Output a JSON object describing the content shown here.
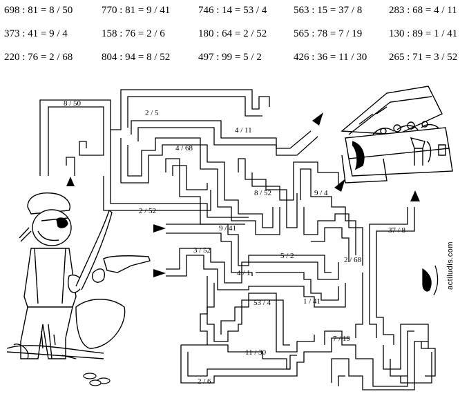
{
  "equations": {
    "row1": [
      "698 : 81 = 8 / 50",
      "770 : 81 = 9 / 41",
      "746 : 14 = 53 / 4",
      "563 : 15 = 37 / 8",
      "283 : 68 = 4 / 11"
    ],
    "row2": [
      "373 : 41 = 9 / 4",
      "158 : 76 = 2 / 6",
      "180 : 64 = 2 / 52",
      "565 : 78 = 7 / 19",
      "130 : 89 = 1 / 41"
    ],
    "row3": [
      "220 : 76 = 2 / 68",
      "804 : 94 = 8 / 52",
      "497 : 99 = 5 / 2",
      "426 : 36 = 11 / 30",
      "265 : 71 = 3 / 52"
    ]
  },
  "maze_labels": {
    "l_8_50": "8 / 50",
    "l_2_5": "2 / 5",
    "l_4_11": "4 / 11",
    "l_4_68": "4 / 68",
    "l_8_52": "8 / 52",
    "l_9_4": "9 / 4",
    "l_2_52": "2 / 52",
    "l_9_41": "9 / 41",
    "l_37_8": "37 / 8",
    "l_3_52": "3 / 52",
    "l_5_2": "5 / 2",
    "l_4_1": "4 / 1",
    "l_2_68": "2 / 68",
    "l_53_4": "53 / 4",
    "l_1_41": "1 / 41",
    "l_7_19": "7 / 19",
    "l_11_30": "11 / 30",
    "l_2_6": "2 / 6"
  },
  "logo_text": "actiludis.com"
}
